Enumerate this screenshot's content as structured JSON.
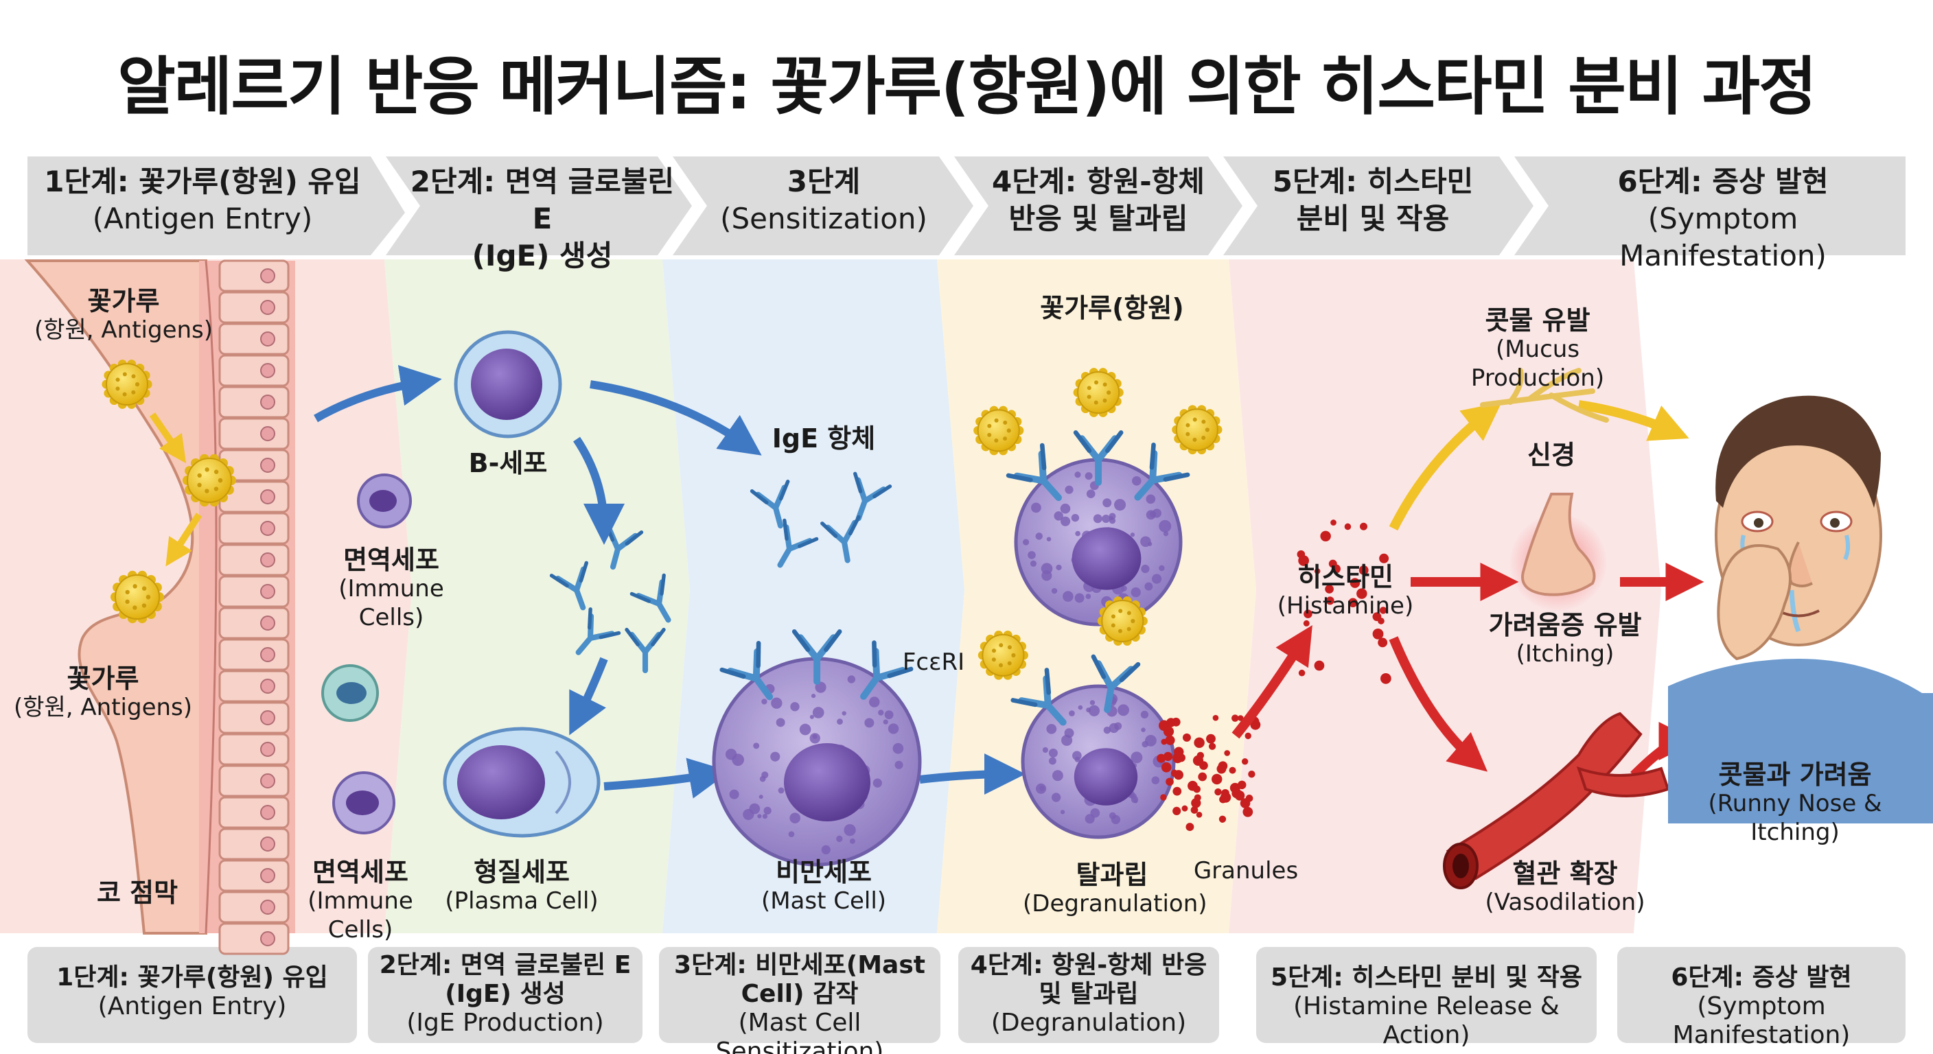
{
  "title": "알레르기 반응 메커니즘: 꽃가루(항원)에 의한 히스타민 분비 과정",
  "header_steps": [
    {
      "ko": "1단계: 꽃가루(항원) 유입",
      "en": "(Antigen Entry)"
    },
    {
      "ko": "2단계: 면역 글로불린 E",
      "en": "(IgE) 생성"
    },
    {
      "ko": "3단계",
      "en": "(Sensitization)"
    },
    {
      "ko": "4단계: 항원-항체",
      "en": "반응 및 탈과립"
    },
    {
      "ko": "5단계: 히스타민",
      "en": "분비 및 작용"
    },
    {
      "ko": "6단계: 증상 발현",
      "en": "(Symptom Manifestation)"
    }
  ],
  "footer_steps": [
    {
      "ko": "1단계: 꽃가루(항원) 유입",
      "ko2": "",
      "en": "(Antigen Entry)"
    },
    {
      "ko": "2단계: 면역 글로불린 E",
      "ko2": "(IgE) 생성",
      "en": "(IgE Production)"
    },
    {
      "ko": "3단계: 비만세포(Mast",
      "ko2": "Cell) 감작",
      "en": "(Mast Cell Sensitization)"
    },
    {
      "ko": "4단계: 항원-항체 반응",
      "ko2": "및 탈과립",
      "en": "(Degranulation)"
    },
    {
      "ko": "5단계: 히스타민 분비 및 작용",
      "ko2": "",
      "en": "(Histamine Release & Action)"
    },
    {
      "ko": "6단계: 증상 발현",
      "ko2": "",
      "en": "(Symptom Manifestation)"
    }
  ],
  "labels": {
    "pollen_top": {
      "ko": "꽃가루",
      "en": "(항원, Antigens)"
    },
    "pollen_mid": {
      "ko": "꽃가루",
      "en": "(항원, Antigens)"
    },
    "nasal_mucosa": "코 점막",
    "immune_cells_1": {
      "ko": "면역세포",
      "en1": "(Immune",
      "en2": "Cells)"
    },
    "immune_cells_2": {
      "ko": "면역세포",
      "en": "(Immune Cells)"
    },
    "b_cell": "B-세포",
    "plasma_cell": {
      "ko": "형질세포",
      "en": "(Plasma Cell)"
    },
    "ige_antibody": "IgE 항체",
    "fceri": "FcεRI",
    "mast_cell": {
      "ko": "비만세포",
      "en": "(Mast Cell)"
    },
    "pollen_antigen": "꽃가루(항원)",
    "degranulation": {
      "ko": "탈과립",
      "en": "(Degranulation)"
    },
    "granules": "Granules",
    "histamine": {
      "ko": "히스타민",
      "en": "(Histamine)"
    },
    "mucus": {
      "ko": "콧물 유발",
      "en": "(Mucus Production)"
    },
    "nerve": "신경",
    "itching": {
      "ko": "가려움증 유발",
      "en": "(Itching)"
    },
    "vasodilation": {
      "ko": "혈관 확장",
      "en": "(Vasodilation)"
    },
    "symptom": {
      "ko": "콧물과 가려움",
      "en": "(Runny Nose & Itching)"
    }
  },
  "colors": {
    "header_bg": "#dcdcdc",
    "arrow_blue": "#3f79c4",
    "arrow_yellow": "#f2c229",
    "arrow_red": "#d62a2a",
    "pollen": "#f2c51c",
    "cell_purple": "#9b86c9",
    "nucleus": "#6f4ea5",
    "ige": "#4a8fc9"
  }
}
